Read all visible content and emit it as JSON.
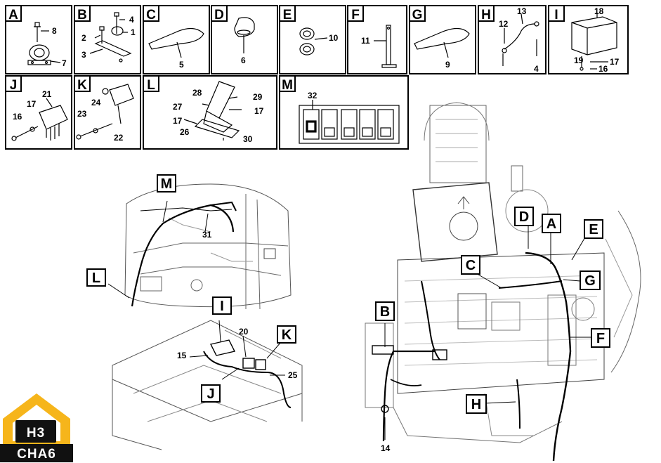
{
  "panels": [
    {
      "letter": "A",
      "numbers": [
        "8",
        "7"
      ]
    },
    {
      "letter": "B",
      "numbers": [
        "4",
        "2",
        "1",
        "3"
      ]
    },
    {
      "letter": "C",
      "numbers": [
        "5"
      ]
    },
    {
      "letter": "D",
      "numbers": [
        "6"
      ]
    },
    {
      "letter": "E",
      "numbers": [
        "10"
      ]
    },
    {
      "letter": "F",
      "numbers": [
        "11"
      ]
    },
    {
      "letter": "G",
      "numbers": [
        "9"
      ]
    },
    {
      "letter": "H",
      "numbers": [
        "13",
        "12",
        "4"
      ]
    },
    {
      "letter": "I",
      "numbers": [
        "18",
        "19",
        "17",
        "16"
      ]
    },
    {
      "letter": "J",
      "numbers": [
        "21",
        "17",
        "16"
      ]
    },
    {
      "letter": "K",
      "numbers": [
        "24",
        "23",
        "22"
      ]
    },
    {
      "letter": "L",
      "numbers": [
        "28",
        "29",
        "27",
        "17",
        "17",
        "26",
        "30"
      ]
    },
    {
      "letter": "M",
      "numbers": [
        "32"
      ]
    }
  ],
  "cab_view": {
    "callouts": [
      "M",
      "L"
    ],
    "numbers": [
      "31"
    ]
  },
  "frame_view": {
    "callouts": [
      "I",
      "K",
      "J"
    ],
    "numbers": [
      "20",
      "15",
      "25"
    ]
  },
  "engine_view": {
    "callouts": [
      "D",
      "A",
      "E",
      "C",
      "G",
      "B",
      "F",
      "H"
    ],
    "numbers": [
      "14"
    ]
  },
  "logo": {
    "mark": "H3",
    "text": "CHA6",
    "color": "#f6b51b"
  }
}
